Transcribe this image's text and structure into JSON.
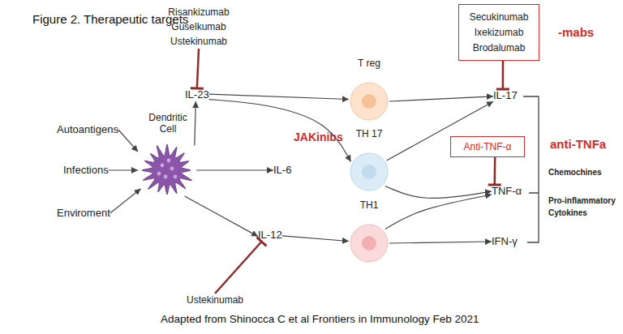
{
  "diagram": {
    "title": "Figure 2. Therapeutic targets",
    "caption": "Adapted from Shinocca C et al Frontiers in Immunology Feb 2021",
    "nodes": [
      {
        "text": [
          "Risankizumab",
          "Guselkumab",
          "Ustekinumab"
        ]
      },
      {
        "text": [
          "Secukinumab",
          "Ixekizumab",
          "Brodalumab"
        ]
      },
      {
        "text": [
          "IL-23"
        ]
      },
      {
        "text": [
          "T reg"
        ]
      },
      {
        "text": [
          "IL-17"
        ]
      },
      {
        "text": [
          "Autoantigens"
        ]
      },
      {
        "text": [
          "Dendritic Cell"
        ]
      },
      {
        "text": [
          "TH 17"
        ]
      },
      {
        "text": [
          "Anti-TNF-α"
        ]
      },
      {
        "text": [
          "Infections"
        ]
      },
      {
        "text": [
          "IL-6"
        ]
      },
      {
        "text": [
          "TNF-α"
        ]
      },
      {
        "text": [
          "Enviroment"
        ]
      },
      {
        "text": [
          "IL-12"
        ]
      },
      {
        "text": [
          "TH1"
        ]
      },
      {
        "text": [
          "IFN-γ"
        ]
      },
      {
        "text": [
          "Ustekinumab"
        ]
      }
    ],
    "edges": [
      {
        "from": 5,
        "to": 6,
        "arrow": "to"
      },
      {
        "from": 9,
        "to": 6,
        "arrow": "to"
      },
      {
        "from": 12,
        "to": 6,
        "arrow": "to"
      },
      {
        "from": 6,
        "to": 2,
        "arrow": "to"
      },
      {
        "from": 6,
        "to": 10,
        "arrow": "to"
      },
      {
        "from": 6,
        "to": 13,
        "arrow": "to"
      },
      {
        "from": 2,
        "to": 3,
        "arrow": "to"
      },
      {
        "from": 2,
        "to": 7,
        "arrow": "to"
      },
      {
        "from": 13,
        "to": 14,
        "arrow": "to"
      },
      {
        "from": 3,
        "to": 4,
        "arrow": "to"
      },
      {
        "from": 7,
        "to": 4,
        "arrow": "to"
      },
      {
        "from": 7,
        "to": 11,
        "arrow": "to"
      },
      {
        "from": 14,
        "to": 11,
        "arrow": "to"
      },
      {
        "from": 14,
        "to": 15,
        "arrow": "to"
      },
      {
        "from": 0,
        "to": 2,
        "arrow": "to"
      },
      {
        "from": 16,
        "to": 13,
        "arrow": "to"
      },
      {
        "from": 1,
        "to": 4,
        "arrow": "to"
      },
      {
        "from": 8,
        "to": 11,
        "arrow": "to"
      }
    ],
    "labels": [
      "-mabs",
      "JAKinibs",
      "anti-TNFa",
      "Chemochines",
      "Pro-inflammatory Cytokines"
    ]
  }
}
